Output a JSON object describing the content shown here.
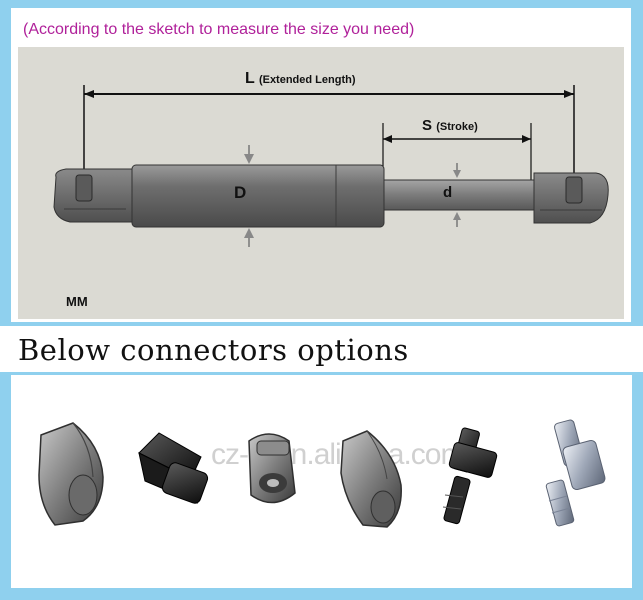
{
  "header": {
    "note": "(According to the sketch to measure the size you need)"
  },
  "sketch": {
    "length_letter": "L",
    "length_caption": "(Extended Length)",
    "stroke_letter": "S",
    "stroke_caption": "(Stroke)",
    "body_diameter_letter": "D",
    "rod_diameter_letter": "d",
    "unit": "MM"
  },
  "section": {
    "title": "Below connectors options"
  },
  "connectors": {
    "watermark": "cz-lx.en.alibaba.com",
    "items": [
      "connector-ball-socket-metal-icon",
      "connector-black-plastic-angle-icon",
      "connector-metal-eyelet-icon",
      "connector-ball-socket-metal-angled-icon",
      "connector-black-angle-bracket-icon",
      "connector-blue-steel-angle-bracket-icon"
    ]
  }
}
